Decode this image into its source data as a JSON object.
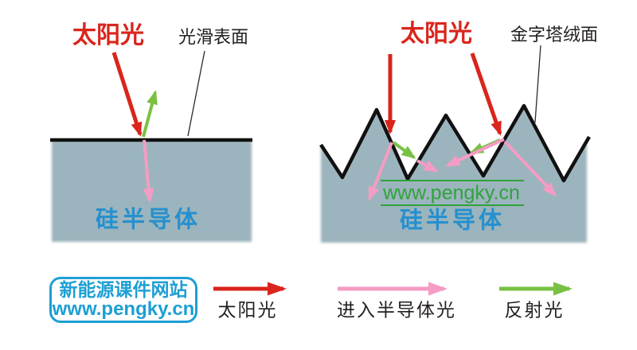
{
  "colors": {
    "sunlight_red": "#d9251c",
    "reflected_green": "#79c143",
    "entering_pink": "#f59cc4",
    "silicon_fill": "#9cb4bd",
    "silicon_text_blue": "#2590cf",
    "watermark_green": "#2fa33c",
    "site_box_cyan": "#1d9fd4",
    "label_black": "#231f20"
  },
  "left_panel": {
    "sunlight_label": "太阳光",
    "surface_label": "光滑表面",
    "silicon_label": "硅半导体"
  },
  "right_panel": {
    "sunlight_label": "太阳光",
    "surface_label": "金字塔绒面",
    "silicon_label": "硅半导体",
    "watermark": "www.pengky.cn"
  },
  "footer": {
    "site_box": {
      "line1": "新能源课件网站",
      "line2": "www.pengky.cn"
    },
    "legend": [
      {
        "label": "太阳光",
        "color": "#d9251c"
      },
      {
        "label": "进入半导体光",
        "color": "#f59cc4"
      },
      {
        "label": "反射光",
        "color": "#79c143"
      }
    ]
  }
}
